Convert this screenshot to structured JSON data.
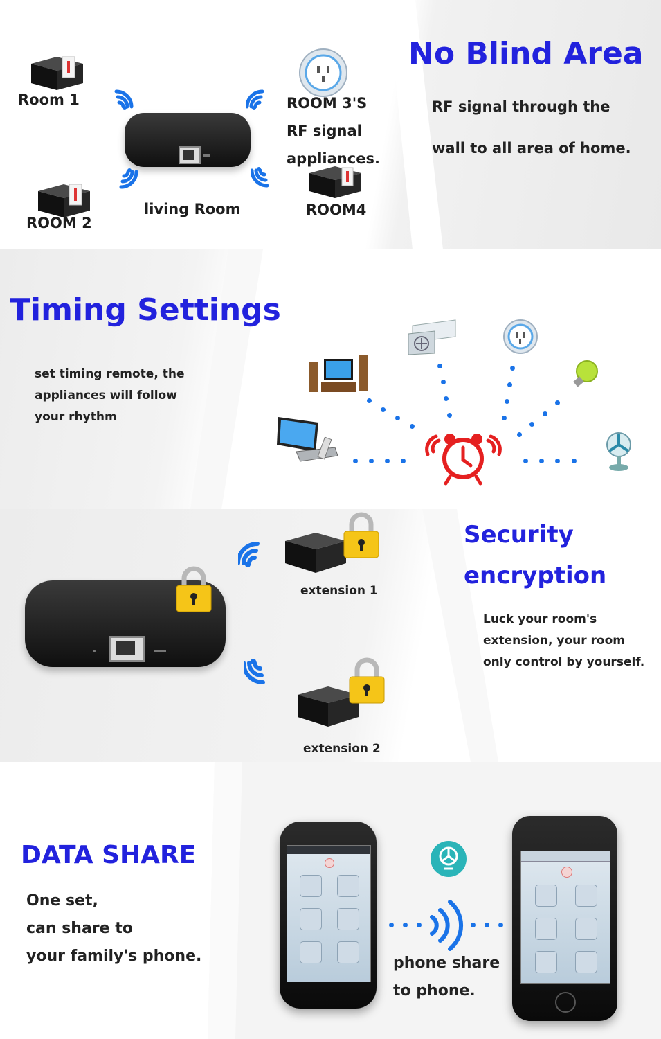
{
  "panel1": {
    "title": "No Blind Area",
    "desc_line1": "RF signal through the",
    "desc_line2": "wall to all area of home.",
    "room1": "Room 1",
    "room2": "ROOM 2",
    "room3_line1": "ROOM 3'S",
    "room3_line2": "RF signal",
    "room3_line3": "appliances.",
    "room4": "ROOM4",
    "living": "living Room"
  },
  "panel2": {
    "title": "Timing Settings",
    "desc_line1": "set timing remote, the",
    "desc_line2": "appliances will follow",
    "desc_line3": "your rhythm"
  },
  "panel3": {
    "title_line1": "Security",
    "title_line2": "encryption",
    "desc_line1": "Luck your room's",
    "desc_line2": "extension, your room",
    "desc_line3": "only control by yourself.",
    "ext1": "extension 1",
    "ext2": "extension 2"
  },
  "panel4": {
    "title": "DATA SHARE",
    "desc_line1": "One set,",
    "desc_line2": "can share to",
    "desc_line3": "your family's phone.",
    "caption_line1": "phone share",
    "caption_line2": "to phone."
  },
  "colors": {
    "title_blue": "#2222dd",
    "signal_blue": "#1a73e8",
    "alarm_red": "#e52020",
    "lock_yellow": "#f5c518"
  },
  "icons": [
    "wifi-signal-icon",
    "hub-device",
    "extension-device",
    "lock-icon",
    "alarm-clock-icon",
    "socket-icon",
    "bulb-icon",
    "fan-icon",
    "tv-icon",
    "air-conditioner-icon",
    "smartphone"
  ]
}
